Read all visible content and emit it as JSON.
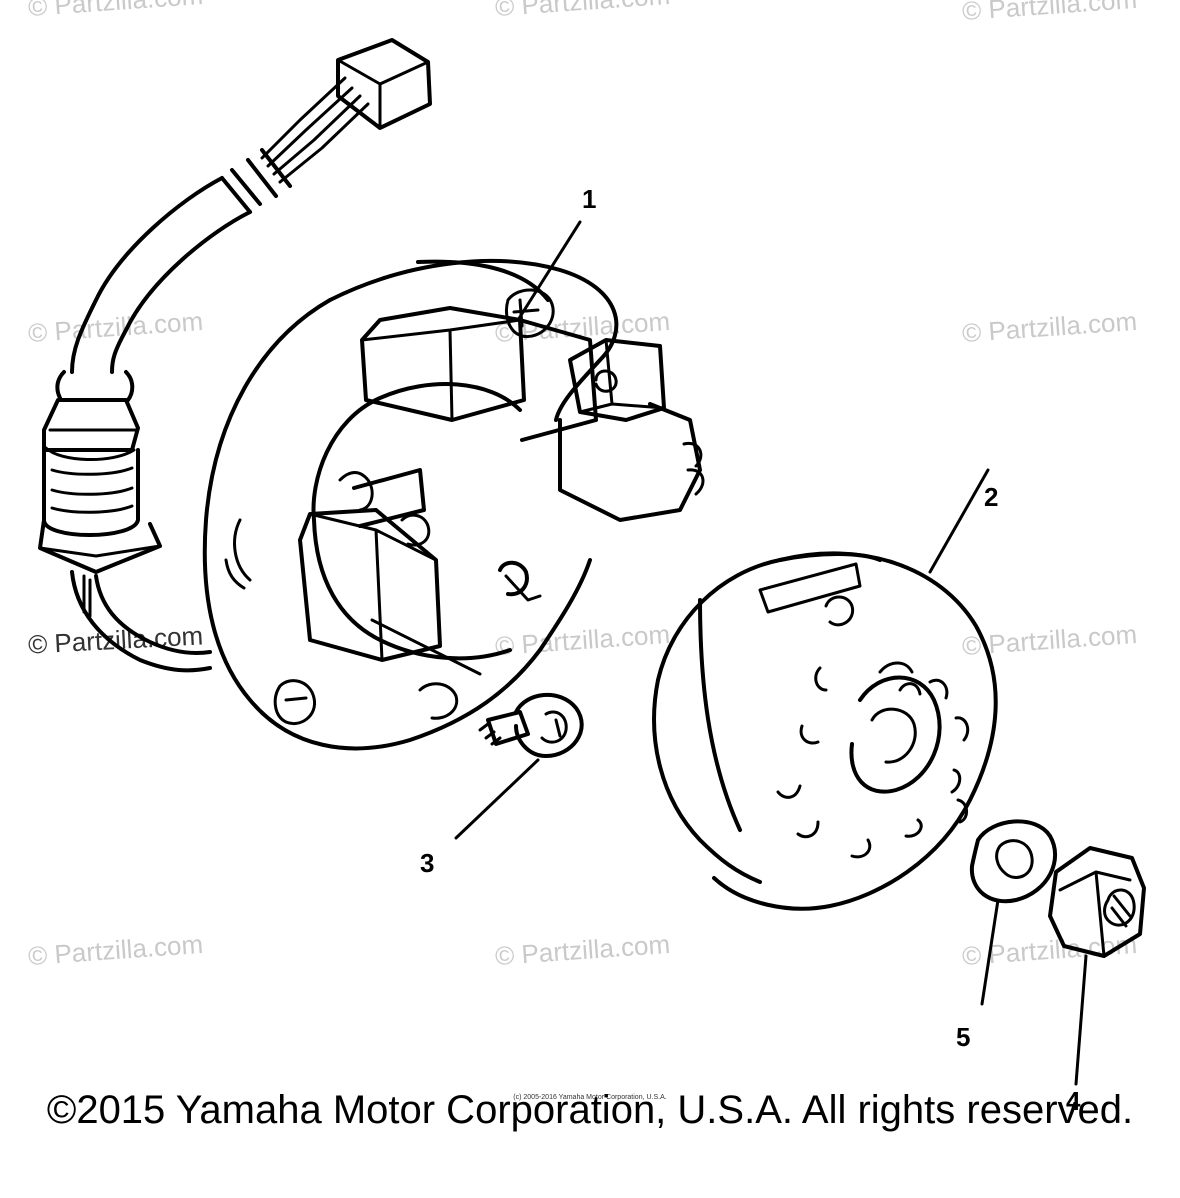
{
  "watermarks": [
    "© Partzilla.com",
    "© Partzilla.com",
    "© Partzilla.com",
    "© Partzilla.com",
    "© Partzilla.com",
    "© Partzilla.com",
    "© Partzilla.com",
    "© Partzilla.com",
    "© Partzilla.com",
    "© Partzilla.com",
    "© Partzilla.com",
    "© Partzilla.com"
  ],
  "callouts": [
    "1",
    "2",
    "3",
    "4",
    "5"
  ],
  "footer": {
    "copyright": "©2015 Yamaha Motor Corporation, U.S.A. All rights reserved.",
    "small_copyright": "(c) 2005-2016 Yamaha Motor Corporation, U.S.A."
  }
}
